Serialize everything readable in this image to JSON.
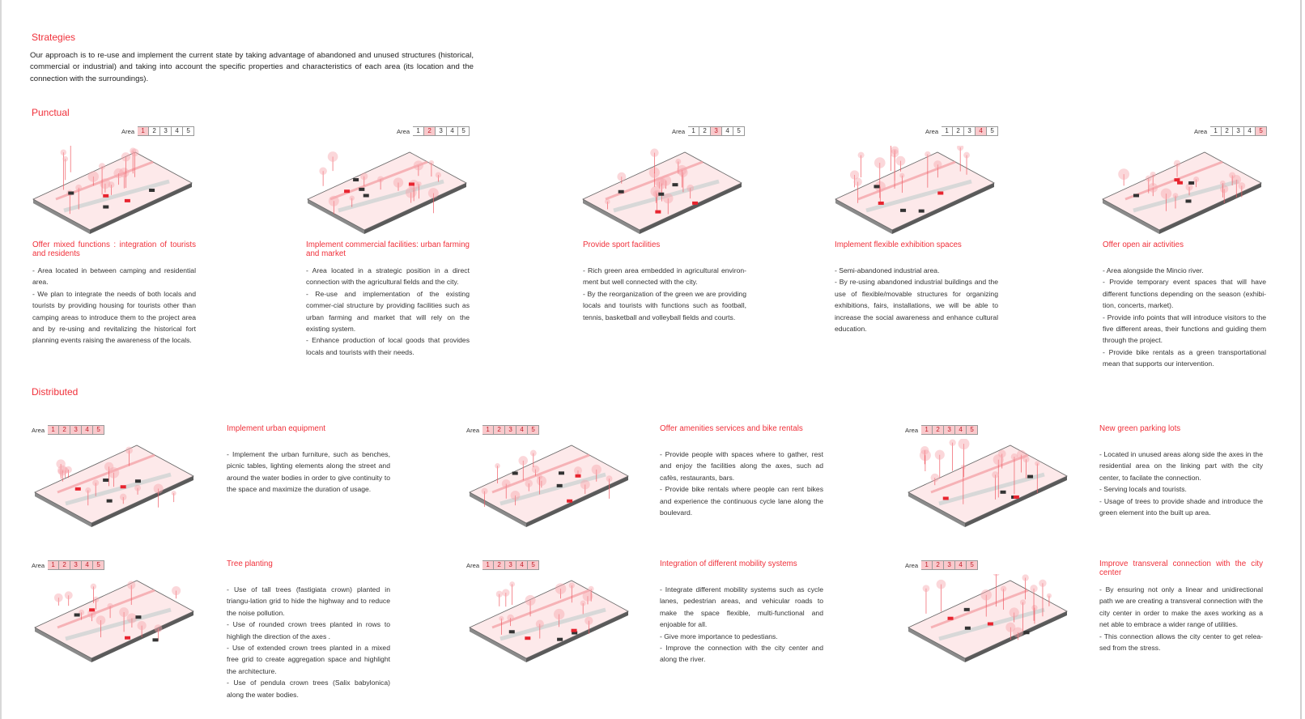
{
  "strategies": {
    "title": "Strategies",
    "intro": "Our approach is to re-use and implement the current state by taking advantage of abandoned and unused structures (historical, commercial or industrial) and taking into account the specific properties and characteristics of each area (its location and the connection with the surroundings)."
  },
  "area_label": "Area",
  "area_numbers": [
    "1",
    "2",
    "3",
    "4",
    "5"
  ],
  "colors": {
    "accent": "#f0303a",
    "highlight": "#f9c9cc"
  },
  "punctual": {
    "title": "Punctual",
    "items": [
      {
        "area": 1,
        "title": "Offer mixed functions : integration of tourists and residents",
        "lines": [
          "- Area located in between camping and residential area.",
          "- We plan to integrate the needs of both locals and tourists by providing housing for tourists other than camping areas to introduce them to the project area and by re-using and revitalizing the historical fort planning events raising the awareness of the locals."
        ]
      },
      {
        "area": 2,
        "title": "Implement commercial facilities: urban farming and market",
        "lines": [
          "- Area located in a strategic position in a direct connection with the agricultural fields and the city.",
          "- Re-use and implementation of the existing commer-cial structure by providing facilities such as urban farming and market that will rely on the existing system.",
          "- Enhance production of local goods that provides locals and tourists with their needs."
        ]
      },
      {
        "area": 3,
        "title": "Provide sport facilities",
        "lines": [
          "-  Rich green area embedded in agricultural environ-ment but well connected with the city.",
          "- By the reorganization of the green we are providing locals and tourists with functions such as football, tennis, basketball and volleyball fields and courts."
        ]
      },
      {
        "area": 4,
        "title": "Implement flexible exhibition spaces",
        "lines": [
          "- Semi-abandoned industrial area.",
          "- By re-using abandoned industrial buildings and the use of flexible/movable structures for organizing exhibitions, fairs, installations, we will be able to increase the social awareness and enhance cultural education."
        ]
      },
      {
        "area": 5,
        "title": "Offer open air activities",
        "lines": [
          "- Area alongside the Mincio river.",
          "- Provide temporary event spaces that will have different functions depending on the season (exhibi-tion, concerts, market).",
          "- Provide info points that will introduce visitors to the five different areas, their functions and guiding them through the project.",
          "- Provide bike rentals as a green transportational mean that supports our intervention."
        ]
      }
    ]
  },
  "distributed": {
    "title": "Distributed",
    "items": [
      {
        "title": "Implement urban equipment",
        "lines": [
          "- Implement the urban furniture, such as benches, picnic tables, lighting elements along the street and around the water bodies in order to give continuity to the space and maximize the duration of usage."
        ]
      },
      {
        "title": "Offer amenities services and bike rentals",
        "lines": [
          "- Provide people with spaces where to gather, rest and enjoy the facilities along the axes, such ad cafès, restaurants, bars.",
          "- Provide bike rentals where people can rent bikes and experience the continuous cycle lane along the boulevard."
        ]
      },
      {
        "title": "New green parking lots",
        "lines": [
          "- Located in unused areas along side the axes in the residential area on the linking part with the city center, to facilate the connection.",
          "- Serving locals and tourists.",
          "- Usage of trees to provide shade and introduce the green element into the built up area."
        ]
      },
      {
        "title": "Tree planting",
        "lines": [
          "- Use of tall trees (fastigiata crown) planted in triangu-lation grid to hide the highway and to reduce the noise pollution.",
          "- Use of rounded crown trees planted in rows to highligh the direction of the axes .",
          "- Use of extended crown trees planted in a mixed free grid to create aggregation space and highlight the architecture.",
          "- Use of pendula crown trees (Salix babylonica) along the water bodies."
        ]
      },
      {
        "title": "Integration of different mobility systems",
        "lines": [
          "- Integrate different mobility systems such as cycle lanes, pedestrian areas, and vehicular roads to make the space flexible, multi-functional and enjoable for all.",
          "- Give more importance to pedestians.",
          "- Improve the connection with the city center and along the river."
        ]
      },
      {
        "title": "Improve transveral connection with the city center",
        "lines": [
          "- By ensuring not only a linear and unidirectional path we are creating a transveral connection with the city center in order to make the axes working as a net able to embrace a wider range of utilities.",
          "- This connection allows the city center to get relea-sed from the stress."
        ]
      }
    ]
  }
}
